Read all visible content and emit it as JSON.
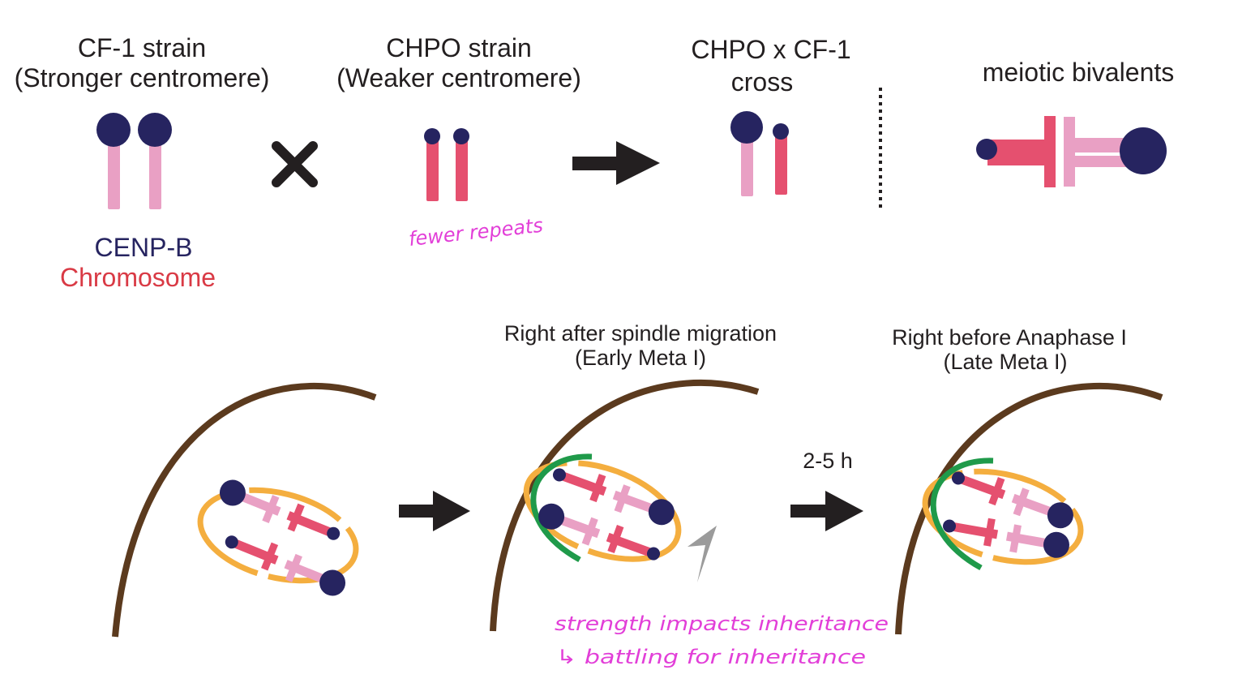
{
  "top_row": {
    "cf1": {
      "title_line1": "CF-1 strain",
      "title_line2": "(Stronger centromere)"
    },
    "chpo": {
      "title_line1": "CHPO strain",
      "title_line2": "(Weaker centromere)"
    },
    "cross": {
      "title_line1": "CHPO x CF-1",
      "title_line2": "cross"
    },
    "bivalents": {
      "title": "meiotic bivalents"
    }
  },
  "legend": {
    "cenpb": "CENP-B",
    "chromosome": "Chromosome"
  },
  "bottom_row": {
    "early": {
      "title_line1": "Right after spindle migration",
      "title_line2": "(Early Meta I)"
    },
    "late": {
      "title_line1": "Right before Anaphase I",
      "title_line2": "(Late Meta I)"
    },
    "time_label": "2-5 h"
  },
  "handwritten_notes": {
    "fewer_repeats": "fewer repeats",
    "note_line1": "strength impacts inheritance",
    "note_line2": "↳ battling for inheritance"
  },
  "colors": {
    "cenpb_navy": "#262460",
    "chromosome_red": "#e5506f",
    "chromosome_pink": "#e9a0c4",
    "cortex_brown": "#5b3a1e",
    "spindle_orange": "#f4ae3f",
    "spindle_green": "#1f9a4a",
    "annotation_magenta": "#e23fd8",
    "arrow_black": "#231f20",
    "arrowhead_gray": "#9b9b9b"
  }
}
